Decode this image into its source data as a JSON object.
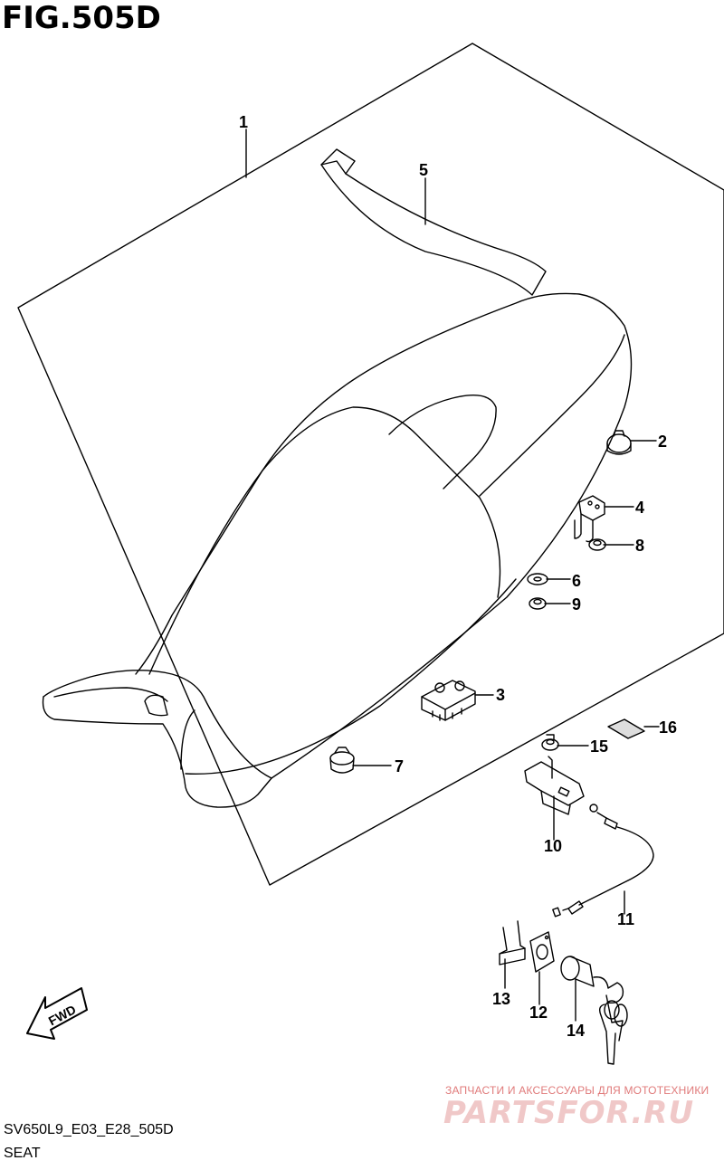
{
  "figure_title": "FIG.505D",
  "footer": {
    "model_code": "SV650L9_E03_E28_505D",
    "section_name": "SEAT"
  },
  "watermark": {
    "tagline": "ЗАПЧАСТИ И АКСЕССУАРЫ ДЛЯ МОТОТЕХНИКИ",
    "logo": "PARTSFOR.RU"
  },
  "direction_marker": "FWD",
  "callouts": [
    "1",
    "2",
    "3",
    "4",
    "5",
    "6",
    "7",
    "8",
    "9",
    "10",
    "11",
    "12",
    "13",
    "14",
    "15",
    "16"
  ]
}
